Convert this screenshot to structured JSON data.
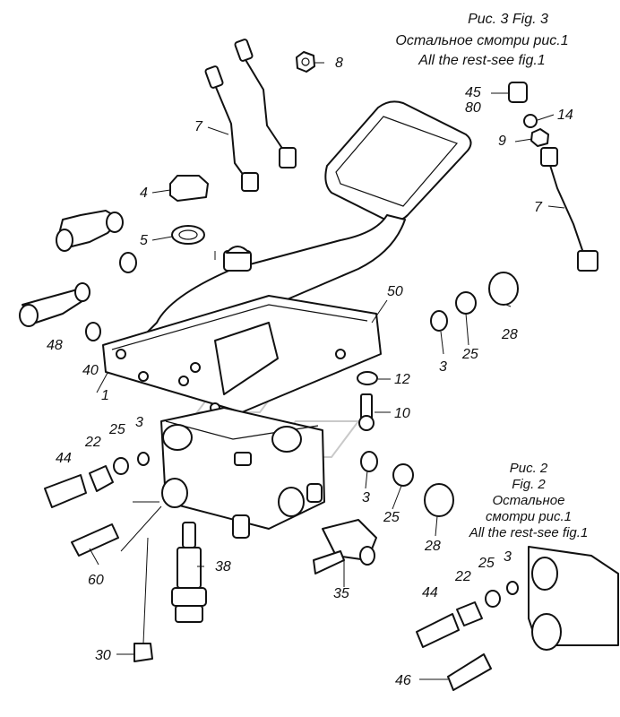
{
  "figure3": {
    "title": "Рис. 3 Fig. 3",
    "note_ru": "Остальное смотри рис.1",
    "note_en": "All the rest-see fig.1"
  },
  "figure2": {
    "title_ru": "Рис. 2",
    "title_en": "Fig. 2",
    "note_ru_1": "Остальное",
    "note_ru_2": "смотри рис.1",
    "note_en": "All the rest-see fig.1"
  },
  "callouts": {
    "p8": "8",
    "p7a": "7",
    "p45": "45",
    "p80": "80",
    "p14": "14",
    "p9": "9",
    "p7b": "7",
    "p4": "4",
    "p5": "5",
    "p50": "50",
    "p28a": "28",
    "p25a": "25",
    "p3a": "3",
    "p48": "48",
    "p40": "40",
    "p1": "1",
    "p12": "12",
    "p10": "10",
    "p44a": "44",
    "p22a": "22",
    "p25b": "25",
    "p3b": "3",
    "p3c": "3",
    "p25c": "25",
    "p28b": "28",
    "p60": "60",
    "p38": "38",
    "p35": "35",
    "p30": "30",
    "p22b": "22",
    "p25d": "25",
    "p3d": "3",
    "p44b": "44",
    "p46": "46"
  }
}
